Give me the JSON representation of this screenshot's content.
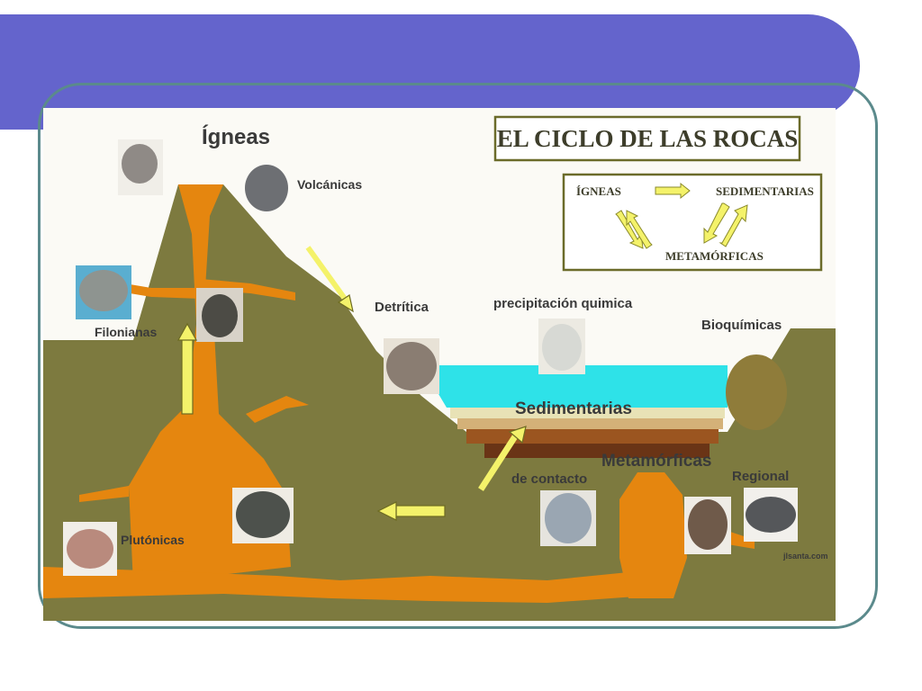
{
  "diagram": {
    "title": "EL CICLO DE LAS ROCAS",
    "legend": {
      "igneas": "ÍGNEAS",
      "sedimentarias": "SEDIMENTARIAS",
      "metamorficas": "METAMÓRFICAS"
    },
    "labels": {
      "igneas": "Ígneas",
      "volcanicas": "Volcánicas",
      "filonianas": "Filonianas",
      "detritica": "Detrítica",
      "precipitacion": "precipitación quimica",
      "bioquimicas": "Bioquímicas",
      "sedimentarias": "Sedimentarias",
      "metamorficas": "Metamórficas",
      "de_contacto": "de contacto",
      "regional": "Regional",
      "plutonicas": "Plutónicas",
      "credit": "jlsanta.com"
    },
    "colors": {
      "slide_bar": "#6464cc",
      "frame": "#5b8a8c",
      "ground": "#7d7a3f",
      "magma": "#e5860f",
      "water": "#2ee2e8",
      "arrow": "#f4f26a",
      "title_box": "#6b6b2a"
    }
  }
}
